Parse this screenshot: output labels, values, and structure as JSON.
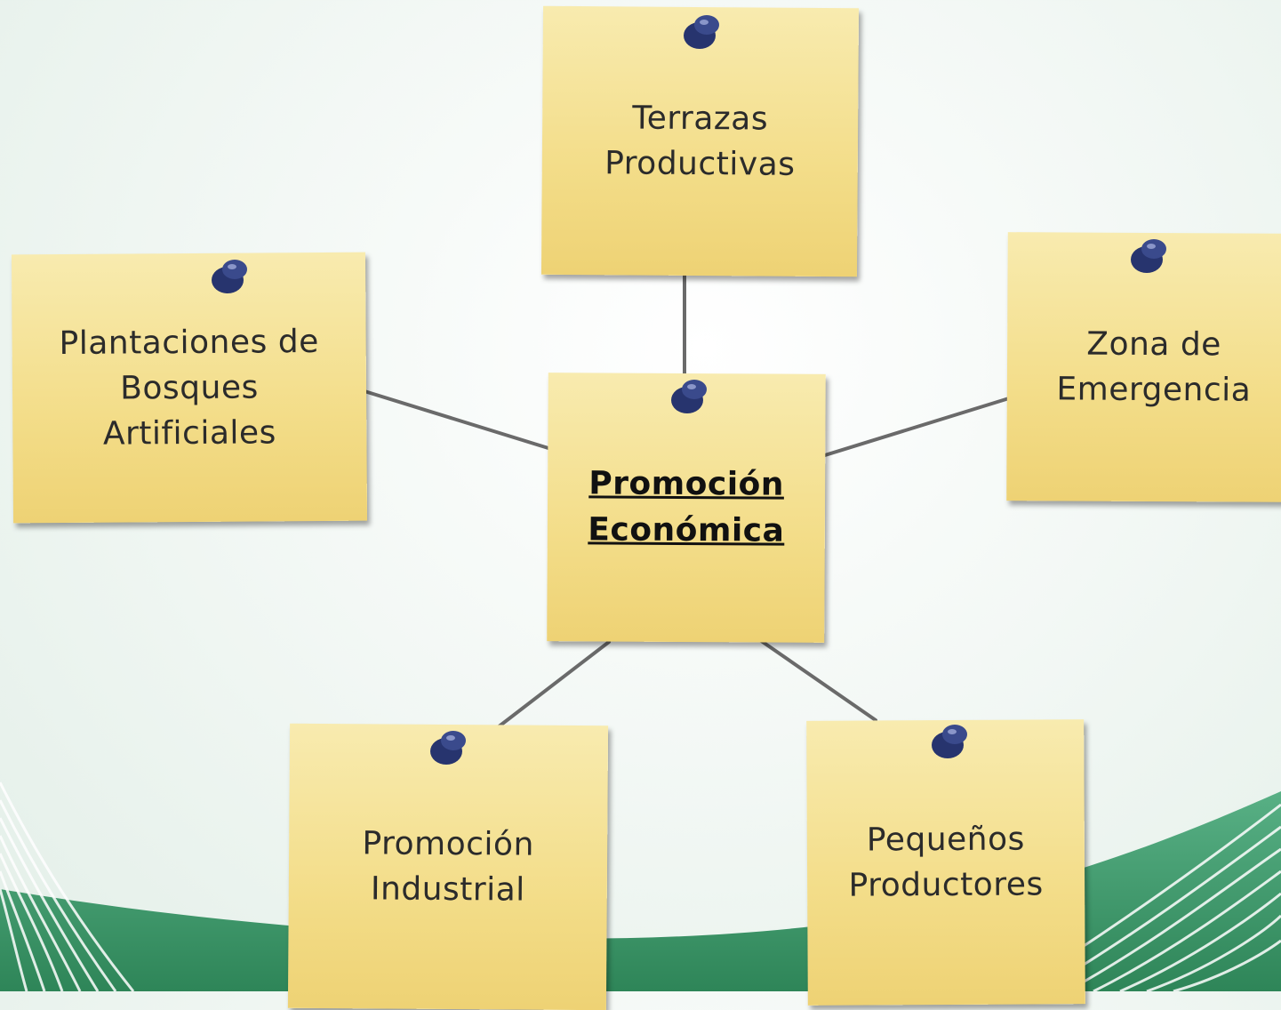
{
  "center": {
    "label": "Promoción\nEconómica"
  },
  "notes": [
    {
      "id": "terrazas",
      "label": "Terrazas\nProductivas"
    },
    {
      "id": "plantaciones",
      "label": "Plantaciones de\nBosques\nArtificiales"
    },
    {
      "id": "zona",
      "label": "Zona de\nEmergencia"
    },
    {
      "id": "industrial",
      "label": "Promoción\nIndustrial"
    },
    {
      "id": "productores",
      "label": "Pequeños\nProductores"
    }
  ],
  "colors": {
    "note": "#f3dd89",
    "pin": "#27346e",
    "wave": "#3f9a6e"
  }
}
